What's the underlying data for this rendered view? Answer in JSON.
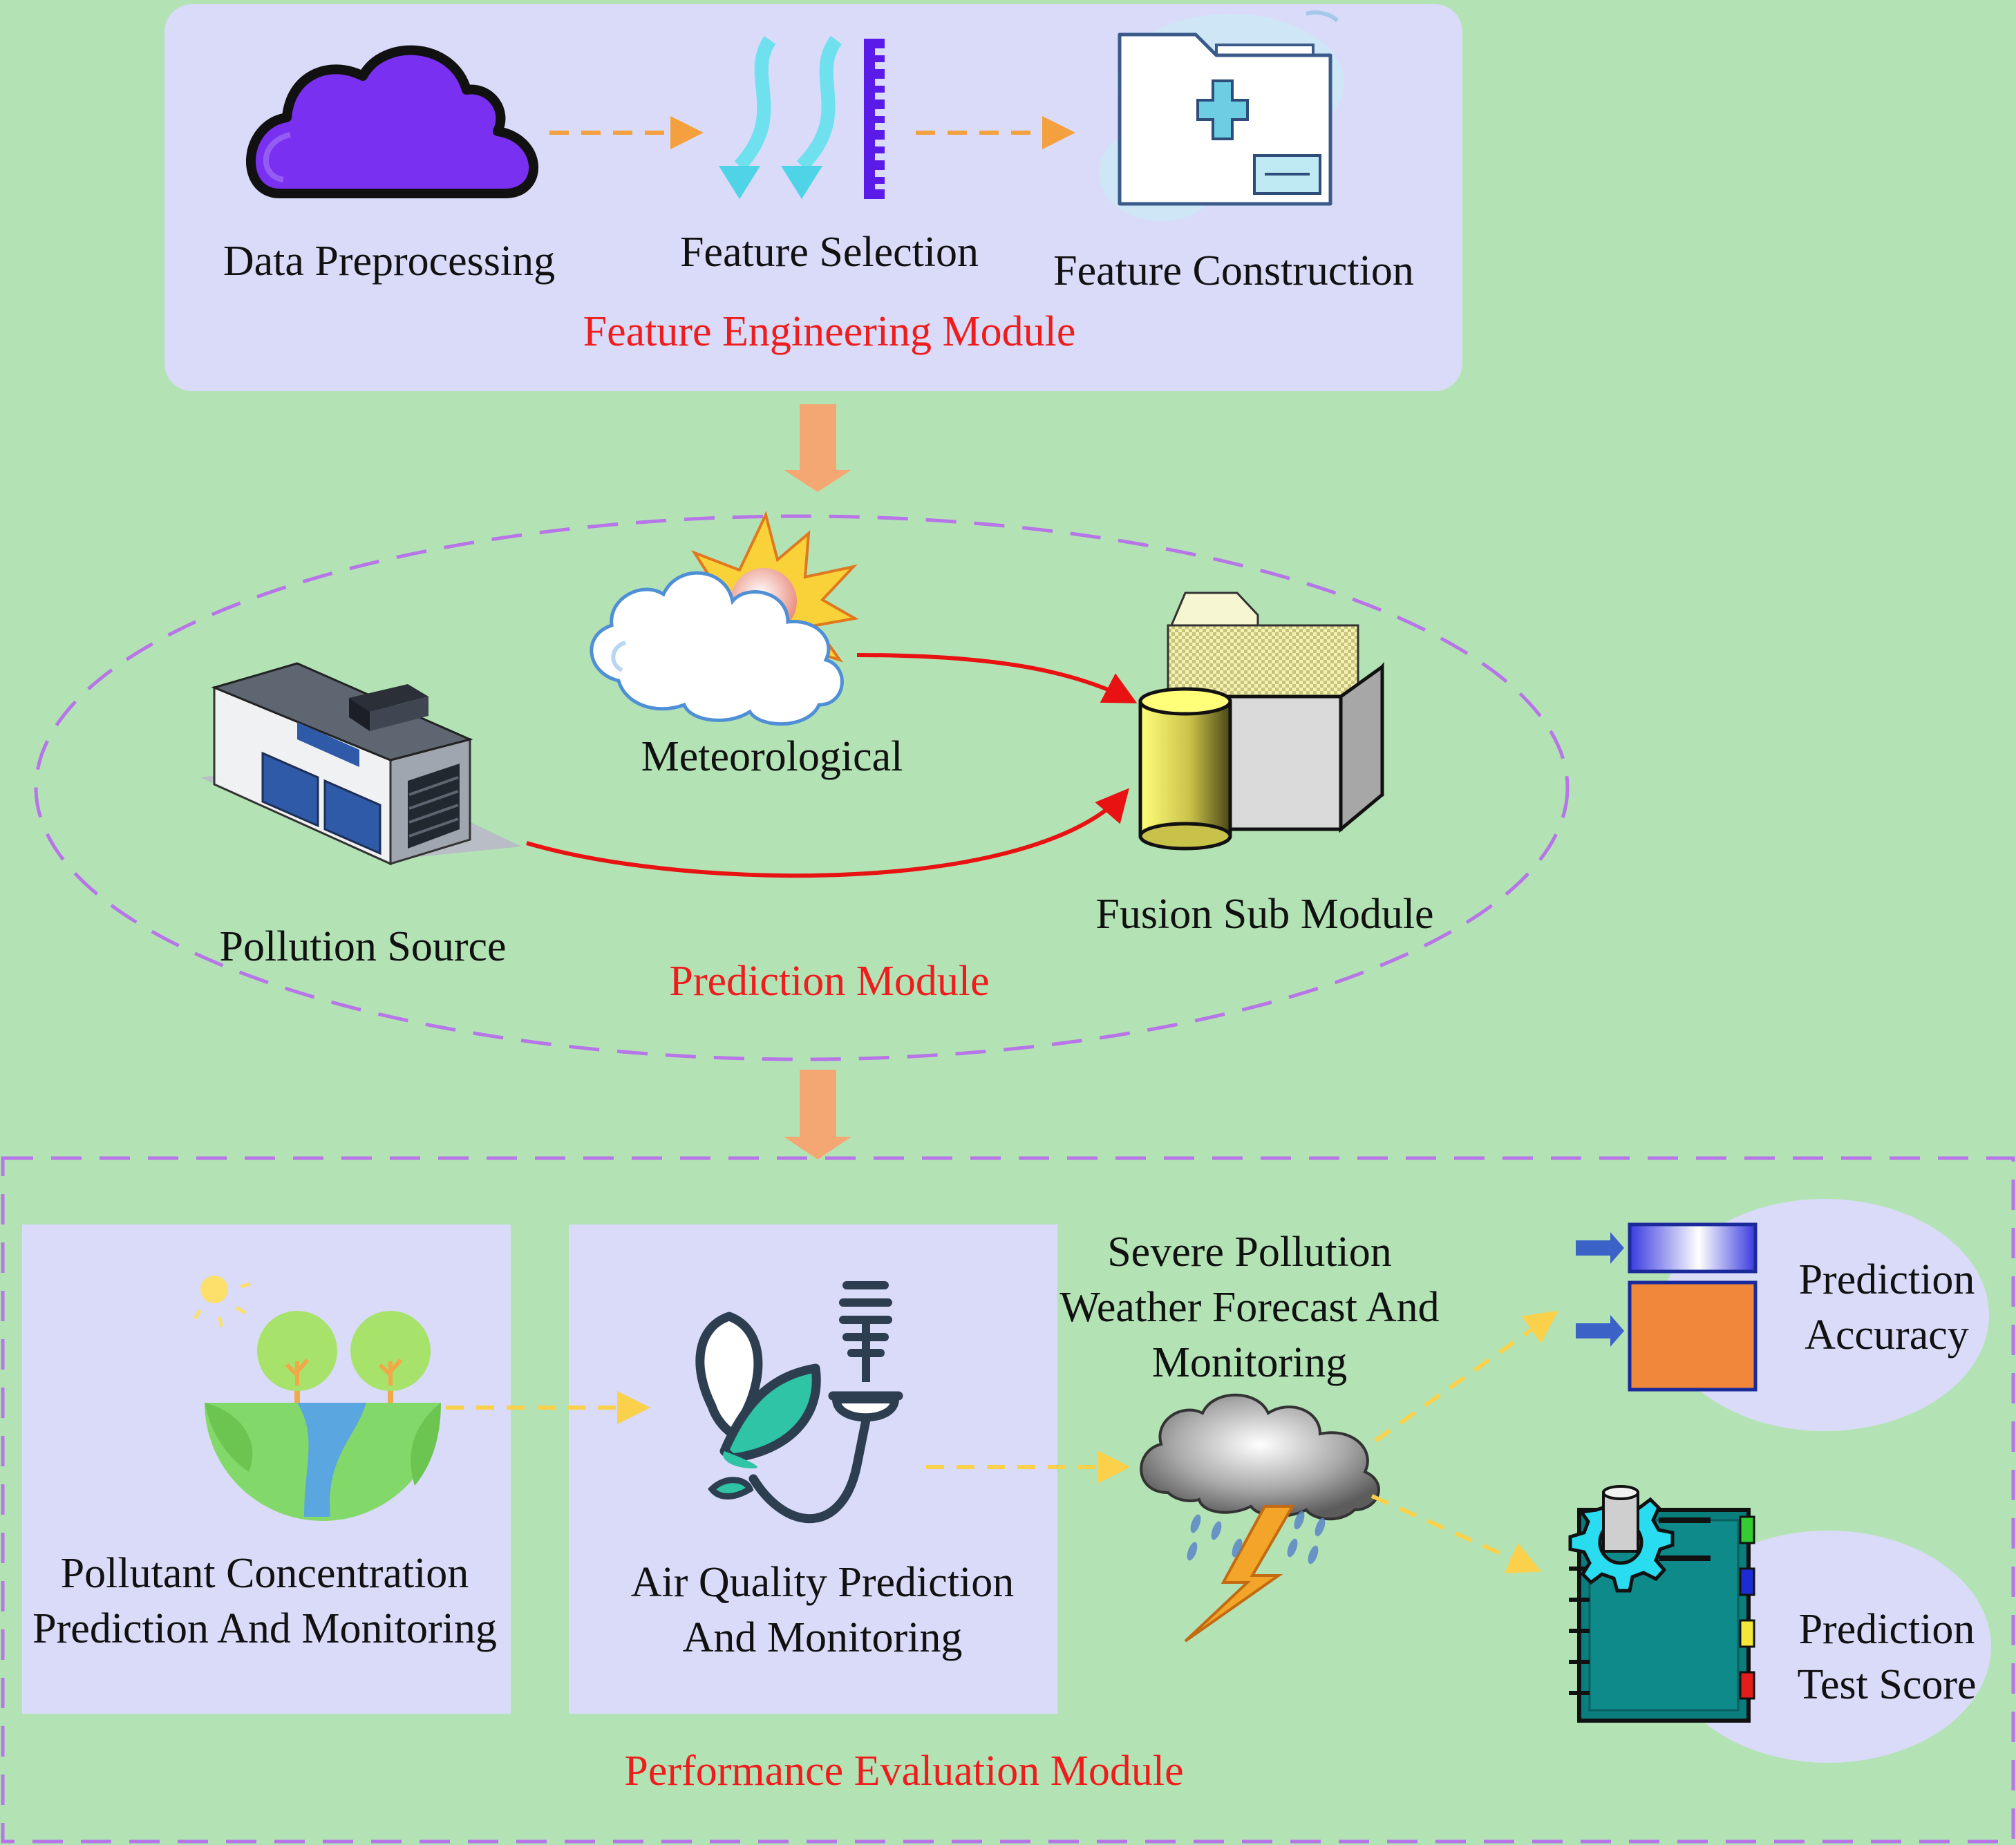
{
  "colors": {
    "background": "#b3e3b5",
    "panel": "#d9dbf8",
    "module_label": "#ee1c1c",
    "text": "#111111",
    "dashed_border": "#b775e8",
    "orange_arrow": "#f4a772",
    "red_arrow": "#e81212",
    "yellow_arrow": "#fbd04a"
  },
  "feature_engineering": {
    "module_label": "Feature Engineering Module",
    "steps": [
      {
        "label": "Data Preprocessing",
        "icon": "cloud-icon"
      },
      {
        "label": "Feature Selection",
        "icon": "feature-selection-icon"
      },
      {
        "label": "Feature Construction",
        "icon": "folder-plus-icon"
      }
    ]
  },
  "prediction": {
    "module_label": "Prediction Module",
    "meteorological": "Meteorological",
    "pollution_source": "Pollution Source",
    "fusion": "Fusion Sub Module"
  },
  "performance": {
    "module_label": "Performance Evaluation Module",
    "pollutant": [
      "Pollutant Concentration",
      "Prediction And Monitoring"
    ],
    "air_quality": [
      "Air Quality Prediction",
      "And Monitoring"
    ],
    "severe": [
      "Severe Pollution",
      "Weather Forecast And",
      "Monitoring"
    ],
    "accuracy": [
      "Prediction",
      "Accuracy"
    ],
    "test_score": [
      "Prediction",
      "Test Score"
    ]
  }
}
